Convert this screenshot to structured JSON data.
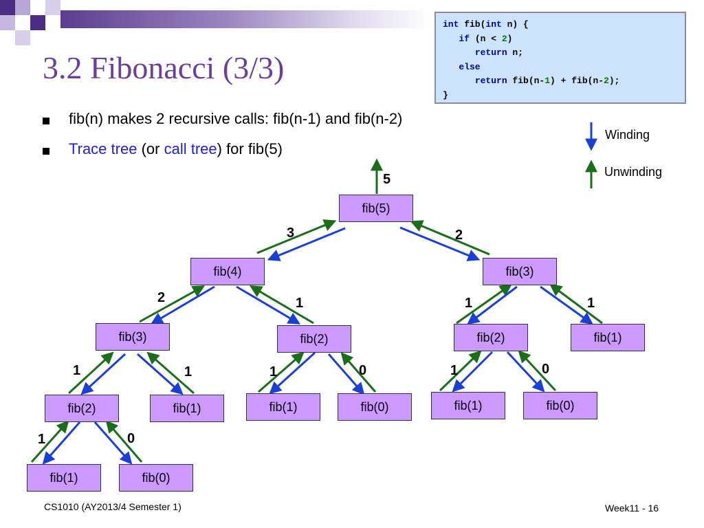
{
  "slide": {
    "title": "3.2 Fibonacci (3/3)",
    "bullets": [
      {
        "text": "fib(n) makes 2 recursive calls: fib(n-1) and fib(n-2)"
      },
      {
        "parts": [
          "Trace tree",
          " (or ",
          "call tree",
          ") for fib(5)"
        ]
      }
    ],
    "footer_left": "CS1010 (AY2013/4 Semester 1)",
    "footer_right": "Week11 - 16"
  },
  "code": {
    "line1": [
      "int",
      " fib(",
      "int",
      " n) {"
    ],
    "line2": [
      "   ",
      "if",
      " (n < ",
      "2",
      ")"
    ],
    "line3": [
      "      ",
      "return",
      " n;"
    ],
    "line4": [
      "   ",
      "else"
    ],
    "line5": [
      "      ",
      "return",
      " fib(n-",
      "1",
      ") + fib(n-",
      "2",
      ");"
    ],
    "line6": "}"
  },
  "legend": {
    "winding": "Winding",
    "unwinding": "Unwinding",
    "winding_color": "#1a3fd6",
    "unwinding_color": "#1a6e1a"
  },
  "nodes": {
    "root": "fib(5)",
    "l1a": "fib(4)",
    "l1b": "fib(3)",
    "l2a": "fib(3)",
    "l2b": "fib(2)",
    "l2c": "fib(2)",
    "l2d": "fib(1)",
    "l3a": "fib(2)",
    "l3b": "fib(1)",
    "l3c": "fib(1)",
    "l3d": "fib(0)",
    "l3e": "fib(1)",
    "l3f": "fib(0)",
    "l4a": "fib(1)",
    "l4b": "fib(0)"
  },
  "return_values": {
    "root": "5",
    "l1a": "3",
    "l1b": "2",
    "l2a": "2",
    "l2b": "1",
    "l2c": "1",
    "l2d": "1",
    "l3a": "1",
    "l3b": "1",
    "l3c": "1",
    "l3d": "0",
    "l3e": "1",
    "l3f": "0",
    "l4a": "1",
    "l4b": "0"
  }
}
